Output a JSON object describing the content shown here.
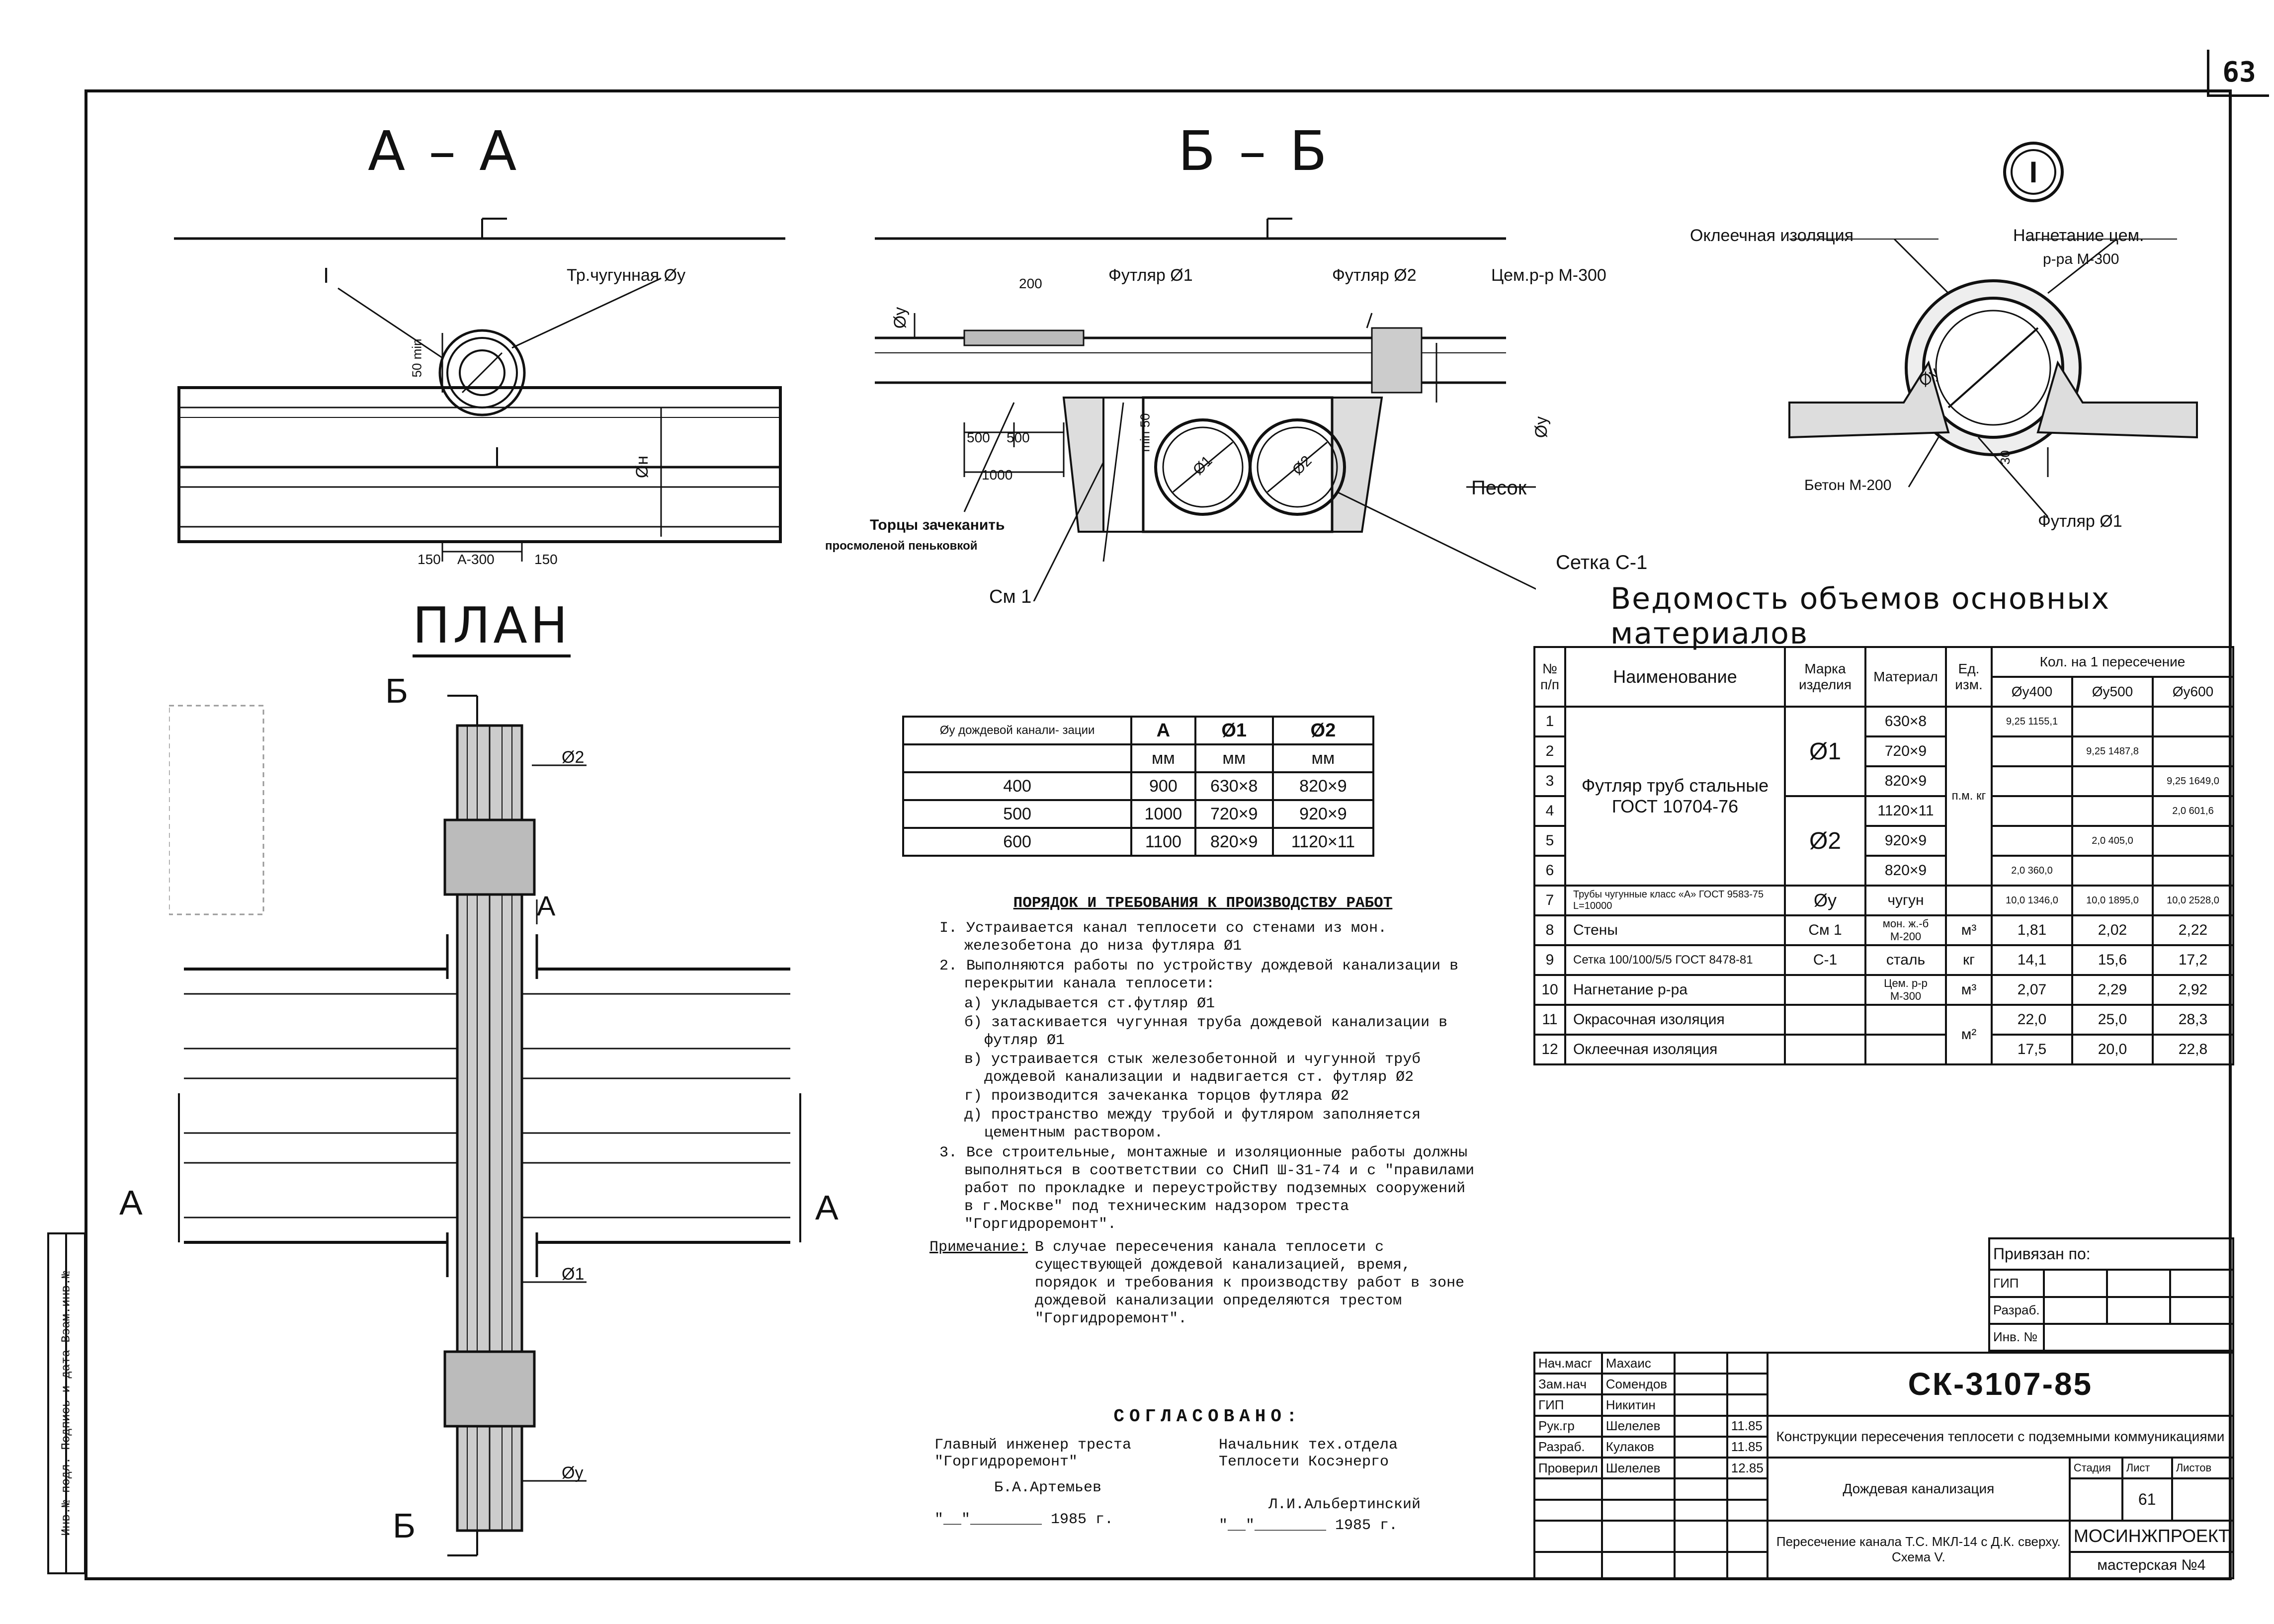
{
  "page_number": "63",
  "sections": {
    "aa": {
      "title": "А – А",
      "label_I": "I",
      "label_pipe": "Тр.чугунная Øу",
      "label_50min": "50 min",
      "label_dn": "Øн",
      "dim_150_left": "150",
      "dim_a300": "А-300",
      "dim_150_right": "150"
    },
    "bb": {
      "title": "Б – Б",
      "label_200": "200",
      "label_futlyar1": "Футляр Ø1",
      "label_futlyar2": "Футляр Ø2",
      "label_cem": "Цем.р-р М-300",
      "label_500a": "500",
      "label_500b": "500",
      "label_1000": "1000",
      "label_min50": "min 50",
      "label_pesok": "Песок",
      "label_torcy": "Торцы зачеканить",
      "label_torcy2": "просмоленой пеньковкой",
      "label_setka": "Сетка С-1",
      "label_sm1": "См 1",
      "label_dy": "Øу",
      "label_dy2": "Øу",
      "label_d1": "Ø1",
      "label_d2": "Ø2"
    },
    "detail": {
      "title": "I",
      "label_okleech": "Оклеечная изоляция",
      "label_nagnet": "Нагнетание цем.",
      "label_nagnet2": "р-ра М-300",
      "label_beton": "Бетон М-200",
      "label_futlyar": "Футляр Ø1",
      "label_dy": "Øу",
      "label_30": "30"
    },
    "plan": {
      "title": "ПЛАН",
      "label_b_top": "Б",
      "label_b_bottom": "Б",
      "label_a_left": "А",
      "label_a_right": "А",
      "label_a_section": "А",
      "label_d2": "Ø2",
      "label_d1": "Ø1",
      "label_dy": "Øу"
    }
  },
  "sizes_table": {
    "headers": [
      "Øу дождевой канали- зации",
      "А",
      "Ø1",
      "Ø2"
    ],
    "units": [
      "мм",
      "мм",
      "мм"
    ],
    "rows": [
      [
        "400",
        "900",
        "630×8",
        "820×9"
      ],
      [
        "500",
        "1000",
        "720×9",
        "920×9"
      ],
      [
        "600",
        "1100",
        "820×9",
        "1120×11"
      ]
    ]
  },
  "materials": {
    "title": "Ведомость объемов основных материалов",
    "headers": {
      "num": "№ п/п",
      "name": "Наименование",
      "mark": "Марка изделия",
      "material": "Материал",
      "unit": "Ед. изм.",
      "qty": "Кол. на 1 пересечение",
      "q400": "Øу400",
      "q500": "Øу500",
      "q600": "Øу600"
    },
    "futlyar_name": "Футляр труб стальные ГОСТ 10704-76",
    "rows": [
      {
        "n": "1",
        "mark": "Ø1",
        "mat": "630×8",
        "unit": "п.м. кг",
        "v400": "9,25 1155,1",
        "v500": "",
        "v600": ""
      },
      {
        "n": "2",
        "mark": "",
        "mat": "720×9",
        "unit": "",
        "v400": "",
        "v500": "9,25 1487,8",
        "v600": ""
      },
      {
        "n": "3",
        "mark": "",
        "mat": "820×9",
        "unit": "",
        "v400": "",
        "v500": "",
        "v600": "9,25 1649,0"
      },
      {
        "n": "4",
        "mark": "Ø2",
        "mat": "1120×11",
        "unit": "",
        "v400": "",
        "v500": "",
        "v600": "2,0 601,6"
      },
      {
        "n": "5",
        "mark": "",
        "mat": "920×9",
        "unit": "",
        "v400": "",
        "v500": "2,0 405,0",
        "v600": ""
      },
      {
        "n": "6",
        "mark": "",
        "mat": "820×9",
        "unit": "",
        "v400": "2,0 360,0",
        "v500": "",
        "v600": ""
      },
      {
        "n": "7",
        "name": "Трубы чугунные класс «А» ГОСТ 9583-75 L=10000",
        "mark": "Øу",
        "mat": "чугун",
        "unit": "",
        "v400": "10,0 1346,0",
        "v500": "10,0 1895,0",
        "v600": "10,0 2528,0"
      },
      {
        "n": "8",
        "name": "Стены",
        "mark": "См 1",
        "mat": "мон. ж.-б М-200",
        "unit": "м³",
        "v400": "1,81",
        "v500": "2,02",
        "v600": "2,22"
      },
      {
        "n": "9",
        "name": "Сетка 100/100/5/5 ГОСТ 8478-81",
        "mark": "С-1",
        "mat": "сталь",
        "unit": "кг",
        "v400": "14,1",
        "v500": "15,6",
        "v600": "17,2"
      },
      {
        "n": "10",
        "name": "Нагнетание р-ра",
        "mark": "",
        "mat": "Цем. р-р М-300",
        "unit": "м³",
        "v400": "2,07",
        "v500": "2,29",
        "v600": "2,92"
      },
      {
        "n": "11",
        "name": "Окрасочная изоляция",
        "mark": "",
        "mat": "",
        "unit": "м²",
        "v400": "22,0",
        "v500": "25,0",
        "v600": "28,3"
      },
      {
        "n": "12",
        "name": "Оклеечная изоляция",
        "mark": "",
        "mat": "",
        "unit": "",
        "v400": "17,5",
        "v500": "20,0",
        "v600": "22,8"
      }
    ]
  },
  "notes": {
    "heading": "ПОРЯДОК И ТРЕБОВАНИЯ К ПРОИЗВОДСТВУ РАБОТ",
    "item1": "I. Устраивается канал теплосети со стенами из мон. железобетона до низа футляра Ø1",
    "item2": "2. Выполняются работы по устройству дождевой канализации в перекрытии канала теплосети:",
    "sub_a": "а) укладывается ст.футляр Ø1",
    "sub_b": "б) затаскивается чугунная труба дождевой канализации в футляр Ø1",
    "sub_v": "в) устраивается стык железобетонной и чугунной труб дождевой канализации и надвигается ст. футляр Ø2",
    "sub_g": "г) производится зачеканка торцов футляра Ø2",
    "sub_d": "д) пространство между трубой и футляром заполняется цементным раствором.",
    "item3": "3. Все строительные, монтажные и изоляционные работы должны выполняться в соответствии со СНиП Ш-31-74 и с \"правилами работ по прокладке и переустройству подземных сооружений в г.Москве\" под техническим надзором треста \"Горгидроремонт\".",
    "note_label": "Примечание:",
    "note_text": "В случае пересечения канала теплосети с существующей дождевой канализацией, время, порядок и требования к производству работ в зоне дождевой канализации определяются трестом \"Горгидроремонт\"."
  },
  "agreed": {
    "title": "СОГЛАСОВАНО:",
    "left_role": "Главный инженер треста \"Горгидроремонт\"",
    "left_name": "Б.А.Артемьев",
    "left_date": "\"__\"________ 1985 г.",
    "right_role": "Начальник тех.отдела Теплосети Косэнерго",
    "right_name": "Л.И.Альбертинский",
    "right_date": "\"__\"________ 1985 г."
  },
  "binding": {
    "title": "Привязан по:",
    "row1": "ГИП",
    "row2": "Разраб.",
    "row3": "Инв. №"
  },
  "stamp": {
    "code": "СК-3107-85",
    "roles": [
      "Нач.масг",
      "Зам.нач",
      "ГИП",
      "Рук.гр",
      "Разраб.",
      "Проверил"
    ],
    "names": [
      "Махаис",
      "Сомендов",
      "Никитин",
      "Шелелев",
      "Кулаков",
      "Шелелев"
    ],
    "dates": [
      "",
      "",
      "",
      "11.85",
      "11.85",
      "12.85"
    ],
    "description": "Конструкции пересечения теплосети с подземными коммуникациями",
    "subject": "Дождевая канализация",
    "stage_label": "Стадия",
    "sheet_label": "Лист",
    "sheets_label": "Листов",
    "sheet_value": "61",
    "drawing_name": "Пересечение канала Т.С. МКЛ-14 с Д.К. сверху. Схема V.",
    "org": "МОСИНЖПРОЕКТ",
    "workshop": "мастерская №4"
  },
  "sidebar": "Инв.№ подл.   Подпись и дата   Взам.инв.№"
}
